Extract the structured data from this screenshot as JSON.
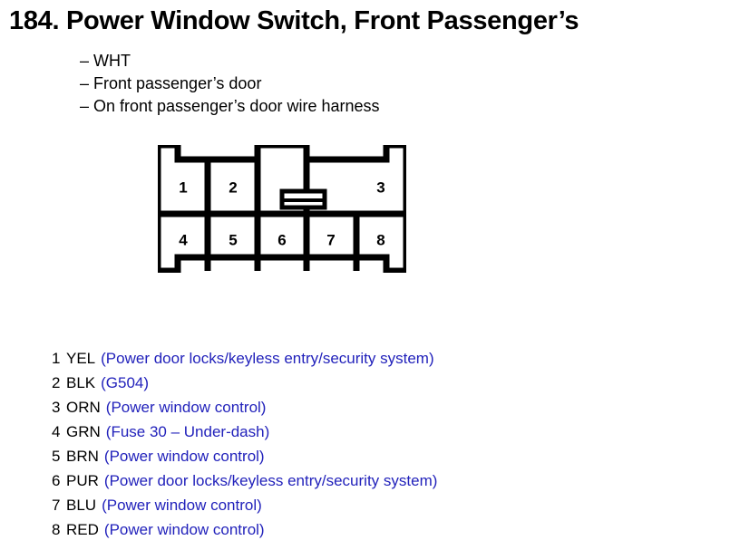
{
  "page": {
    "background_color": "#ffffff",
    "text_color": "#000000",
    "accent_color": "#2222bb"
  },
  "header": {
    "number": "184.",
    "title": "184. Power Window Switch, Front Passenger’s",
    "subtitles": [
      {
        "dash": "–",
        "text": "WHT"
      },
      {
        "dash": "–",
        "text": "Front passenger’s door"
      },
      {
        "dash": "–",
        "text": "On front passenger’s door wire harness"
      }
    ]
  },
  "connector": {
    "name": "8-pin connector diagram",
    "top_row_pins": [
      "1",
      "2",
      "3"
    ],
    "bottom_row_pins": [
      "4",
      "5",
      "6",
      "7",
      "8"
    ],
    "latch_tab": "center-latch-tab"
  },
  "pin_legend": [
    {
      "pin": "1",
      "color": "YEL",
      "description": "(Power door locks/keyless entry/security system)"
    },
    {
      "pin": "2",
      "color": "BLK",
      "description": "(G504)"
    },
    {
      "pin": "3",
      "color": "ORN",
      "description": "(Power window control)"
    },
    {
      "pin": "4",
      "color": "GRN",
      "description": "(Fuse 30 – Under-dash)"
    },
    {
      "pin": "5",
      "color": "BRN",
      "description": "(Power window control)"
    },
    {
      "pin": "6",
      "color": "PUR",
      "description": "(Power door locks/keyless entry/security system)"
    },
    {
      "pin": "7",
      "color": "BLU",
      "description": "(Power window control)"
    },
    {
      "pin": "8",
      "color": "RED",
      "description": "(Power window control)"
    }
  ]
}
